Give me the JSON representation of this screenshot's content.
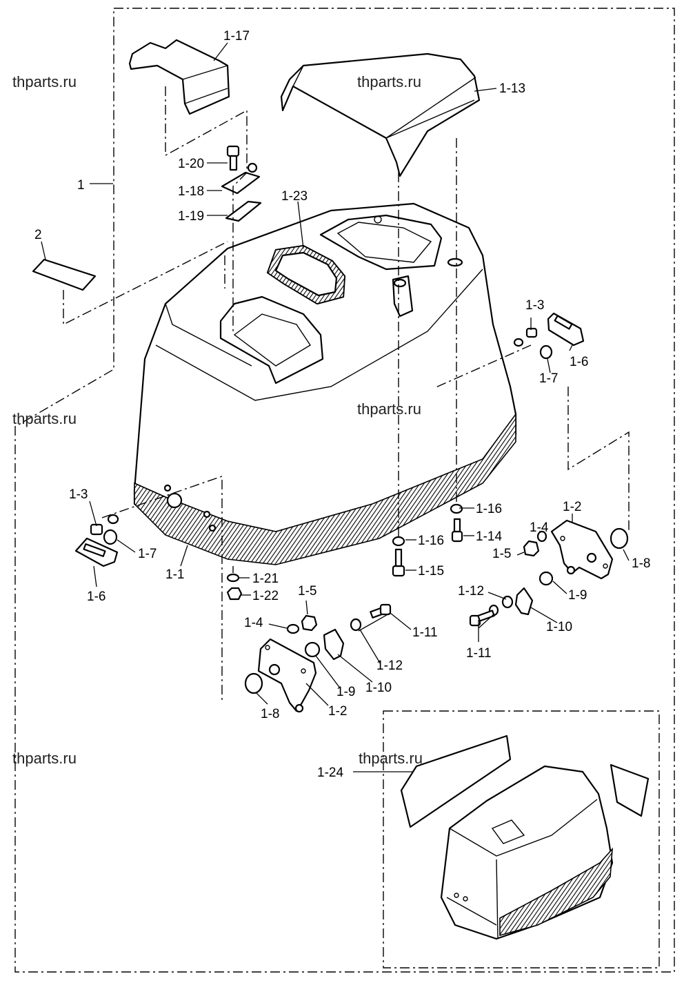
{
  "watermarks": [
    "thparts.ru",
    "thparts.ru",
    "thparts.ru",
    "thparts.ru",
    "thparts.ru",
    "thparts.ru"
  ],
  "labels": {
    "l_1": "1",
    "l_2": "2",
    "l_1_1": "1-1",
    "l_1_2a": "1-2",
    "l_1_2b": "1-2",
    "l_1_3a": "1-3",
    "l_1_3b": "1-3",
    "l_1_4a": "1-4",
    "l_1_4b": "1-4",
    "l_1_5a": "1-5",
    "l_1_5b": "1-5",
    "l_1_6a": "1-6",
    "l_1_6b": "1-6",
    "l_1_7a": "1-7",
    "l_1_7b": "1-7",
    "l_1_8a": "1-8",
    "l_1_8b": "1-8",
    "l_1_9a": "1-9",
    "l_1_9b": "1-9",
    "l_1_10a": "1-10",
    "l_1_10b": "1-10",
    "l_1_11a": "1-11",
    "l_1_11b": "1-11",
    "l_1_12a": "1-12",
    "l_1_12b": "1-12",
    "l_1_13": "1-13",
    "l_1_14": "1-14",
    "l_1_15": "1-15",
    "l_1_16a": "1-16",
    "l_1_16b": "1-16",
    "l_1_17": "1-17",
    "l_1_18": "1-18",
    "l_1_19": "1-19",
    "l_1_20": "1-20",
    "l_1_21": "1-21",
    "l_1_22": "1-22",
    "l_1_23": "1-23",
    "l_1_24": "1-24"
  }
}
